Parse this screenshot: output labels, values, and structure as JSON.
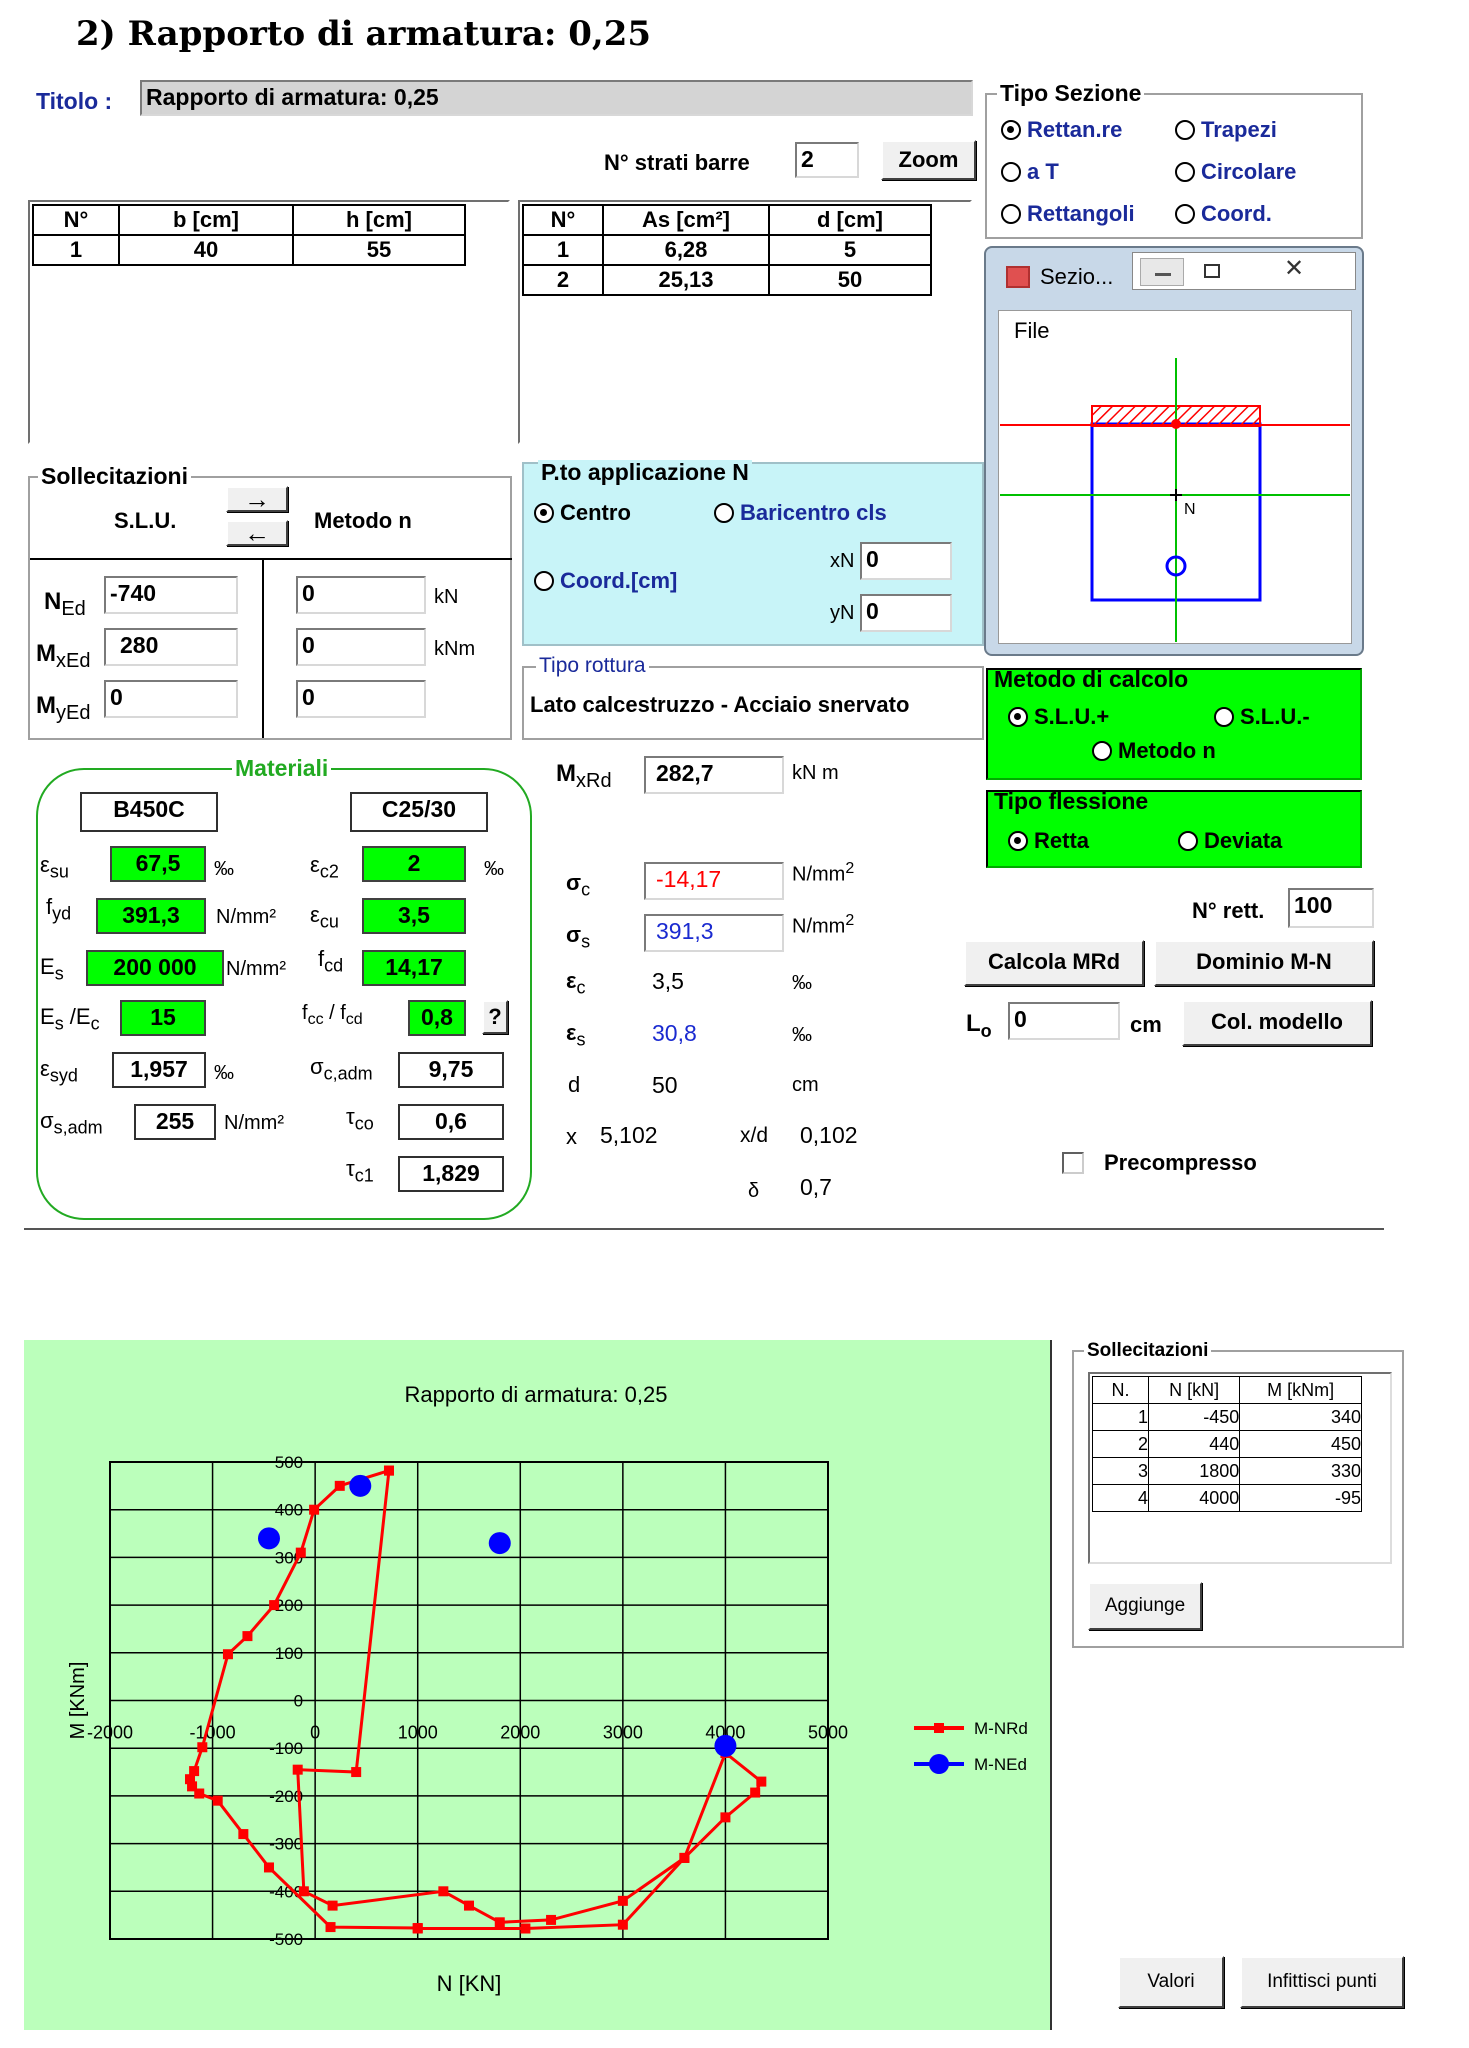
{
  "heading": "2) Rapporto di armatura: 0,25",
  "titolo": {
    "label": "Titolo :",
    "value": "Rapporto di armatura: 0,25"
  },
  "strati": {
    "label": "N° strati barre",
    "value": "2",
    "zoom": "Zoom"
  },
  "tipo_sezione": {
    "title": "Tipo Sezione",
    "options": [
      "Rettan.re",
      "Trapezi",
      "a T",
      "Circolare",
      "Rettangoli",
      "Coord."
    ],
    "selected": "Rettan.re"
  },
  "geom_table": {
    "headers": [
      "N°",
      "b [cm]",
      "h [cm]"
    ],
    "rows": [
      [
        "1",
        "40",
        "55"
      ]
    ]
  },
  "bars_table": {
    "headers": [
      "N°",
      "As [cm²]",
      "d [cm]"
    ],
    "rows": [
      [
        "1",
        "6,28",
        "5"
      ],
      [
        "2",
        "25,13",
        "50"
      ]
    ]
  },
  "sez_window": {
    "title": "Sezio...",
    "menu": "File",
    "point_label": "N"
  },
  "sollecitazioni": {
    "title": "Sollecitazioni",
    "slu": "S.L.U.",
    "metodo": "Metodo n",
    "n_label": "N",
    "n_sub": "Ed",
    "mx_label": "M",
    "mx_sub": "xEd",
    "my_label": "M",
    "my_sub": "yEd",
    "n_slu": "-740",
    "mx_slu": "280",
    "my_slu": "0",
    "n_met": "0",
    "mx_met": "0",
    "my_met": "0",
    "unit_n": "kN",
    "unit_m": "kNm"
  },
  "applicazione": {
    "title": "P.to applicazione N",
    "opt1": "Centro",
    "opt2": "Baricentro cls",
    "opt3": "Coord.[cm]",
    "xn_label": "xN",
    "xn": "0",
    "yn_label": "yN",
    "yn": "0"
  },
  "tipo_rottura": {
    "title": "Tipo rottura",
    "value": "Lato calcestruzzo - Acciaio snervato"
  },
  "metodo_calcolo": {
    "title": "Metodo di calcolo",
    "opt1": "S.L.U.+",
    "opt2": "S.L.U.-",
    "opt3": "Metodo n"
  },
  "tipo_flessione": {
    "title": "Tipo flessione",
    "opt1": "Retta",
    "opt2": "Deviata"
  },
  "materiali": {
    "title": "Materiali",
    "steel": "B450C",
    "concrete": "C25/30",
    "esu": "67,5",
    "fyd": "391,3",
    "es": "200 000",
    "es_ec": "15",
    "esyd": "1,957",
    "ssadm": "255",
    "ec2": "2",
    "ecu": "3,5",
    "fcd": "14,17",
    "fcc_fcd": "0,8",
    "scadm": "9,75",
    "tco": "0,6",
    "tc1": "1,829",
    "permille": "‰",
    "nmm2": "N/mm²",
    "help": "?"
  },
  "results": {
    "mxrd": "282,7",
    "mxrd_unit": "kN m",
    "sc": "-14,17",
    "ss": "391,3",
    "unit_nmm2": "N/mm",
    "sup2": "2",
    "ec": "3,5",
    "es": "30,8",
    "permille": "‰",
    "d": "50",
    "d_unit": "cm",
    "x": "5,102",
    "xd_label": "x/d",
    "xd": "0,102",
    "delta_sym": "δ",
    "delta": "0,7"
  },
  "nrett": {
    "label": "N° rett.",
    "value": "100"
  },
  "buttons": {
    "calcola": "Calcola MRd",
    "dominio": "Dominio M-N",
    "colmodello": "Col. modello"
  },
  "lo": {
    "label": "L",
    "sub": "o",
    "value": "0",
    "unit": "cm"
  },
  "precompresso": "Precompresso",
  "chart_panel": {
    "sollecitazioni_title": "Sollecitazioni",
    "table_headers": [
      "N.",
      "N [kN]",
      "M [kNm]"
    ],
    "table_rows": [
      [
        "1",
        "-450",
        "340"
      ],
      [
        "2",
        "440",
        "450"
      ],
      [
        "3",
        "1800",
        "330"
      ],
      [
        "4",
        "4000",
        "-95"
      ]
    ],
    "aggiungi": "Aggiunge",
    "valori": "Valori",
    "infittisci": "Infittisci punti"
  },
  "chart_data": {
    "type": "line",
    "title": "Rapporto di armatura: 0,25",
    "xlabel": "N [KN]",
    "ylabel": "M [KNm]",
    "xlim": [
      -2000,
      5000
    ],
    "ylim": [
      -500,
      500
    ],
    "xticks": [
      -2000,
      -1000,
      0,
      1000,
      2000,
      3000,
      4000,
      5000
    ],
    "yticks": [
      500,
      400,
      300,
      200,
      100,
      0,
      -100,
      -200,
      -300,
      -400,
      -500
    ],
    "grid": true,
    "legend_position": "right",
    "series": [
      {
        "name": "M-NRd",
        "color": "#ff0000",
        "marker": "square",
        "x": [
          720,
          240,
          -10,
          -140,
          -400,
          -660,
          -850,
          -1100,
          -1180,
          -1220,
          -1200,
          -1130,
          -950,
          -700,
          -450,
          150,
          1000,
          1000,
          2050,
          3000,
          3600,
          4000,
          4350,
          4290,
          4000,
          3600,
          3000,
          2300,
          1800,
          1500,
          1250,
          170,
          -110,
          -170,
          400,
          720
        ],
        "y": [
          482,
          450,
          400,
          310,
          200,
          135,
          97,
          -98,
          -148,
          -165,
          -180,
          -195,
          -210,
          -280,
          -350,
          -475,
          -477,
          -478,
          -478,
          -470,
          -330,
          -110,
          -170,
          -193,
          -245,
          -330,
          -420,
          -460,
          -465,
          -430,
          -400,
          -430,
          -400,
          -145,
          -150,
          482
        ]
      },
      {
        "name": "M-NEd",
        "color": "#0000ff",
        "marker": "circle",
        "x": [
          -450,
          440,
          1800,
          4000
        ],
        "y": [
          340,
          450,
          330,
          -95
        ]
      }
    ]
  }
}
